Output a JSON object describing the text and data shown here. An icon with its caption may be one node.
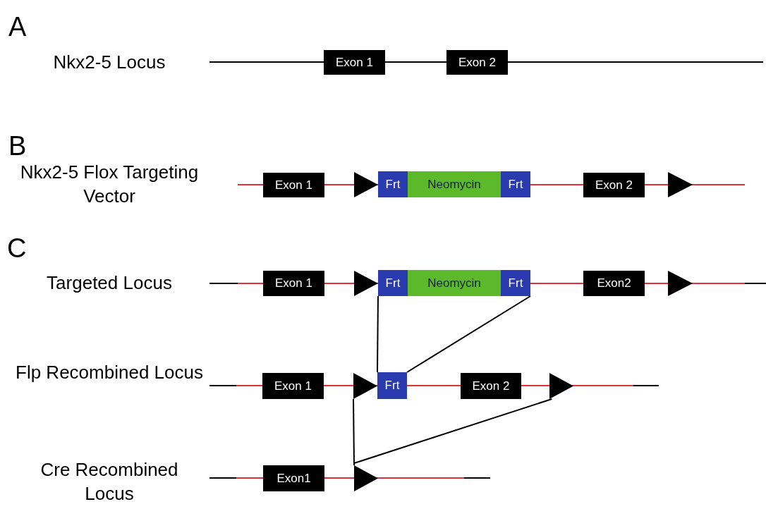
{
  "diagram": {
    "nodes": [
      {
        "text": [
          "Exon 1"
        ]
      },
      {
        "text": [
          "Exon 2"
        ]
      },
      {
        "text": [
          "Exon 1"
        ]
      },
      {
        "text": [],
        "shape": "triangle"
      },
      {
        "text": [
          "Frt"
        ]
      },
      {
        "text": [
          "Neomycin"
        ]
      },
      {
        "text": [
          "Frt"
        ]
      },
      {
        "text": [
          "Exon 2"
        ]
      },
      {
        "text": [],
        "shape": "triangle"
      },
      {
        "text": [
          "Exon 1"
        ]
      },
      {
        "text": [],
        "shape": "triangle"
      },
      {
        "text": [
          "Frt"
        ]
      },
      {
        "text": [
          "Neomycin"
        ]
      },
      {
        "text": [
          "Frt"
        ]
      },
      {
        "text": [
          "Exon2"
        ]
      },
      {
        "text": [],
        "shape": "triangle"
      },
      {
        "text": [
          "Exon 1"
        ]
      },
      {
        "text": [],
        "shape": "triangle"
      },
      {
        "text": [
          "Frt"
        ]
      },
      {
        "text": [
          "Exon 2"
        ]
      },
      {
        "text": [],
        "shape": "triangle"
      },
      {
        "text": [
          "Exon1"
        ]
      },
      {
        "text": [],
        "shape": "triangle"
      }
    ],
    "edges": [
      {
        "from": 11,
        "to": 18,
        "arrow": "none"
      },
      {
        "from": 13,
        "to": 18,
        "arrow": "none"
      },
      {
        "from": 17,
        "to": 22,
        "arrow": "none"
      },
      {
        "from": 20,
        "to": 22,
        "arrow": "none"
      }
    ],
    "labels": [
      "A",
      "Nkx2-5 Locus",
      "B",
      "Nkx2-5 Flox Targeting Vector",
      "C",
      "Targeted Locus",
      "Flp Recombined Locus",
      "Cre Recombined Locus"
    ]
  }
}
